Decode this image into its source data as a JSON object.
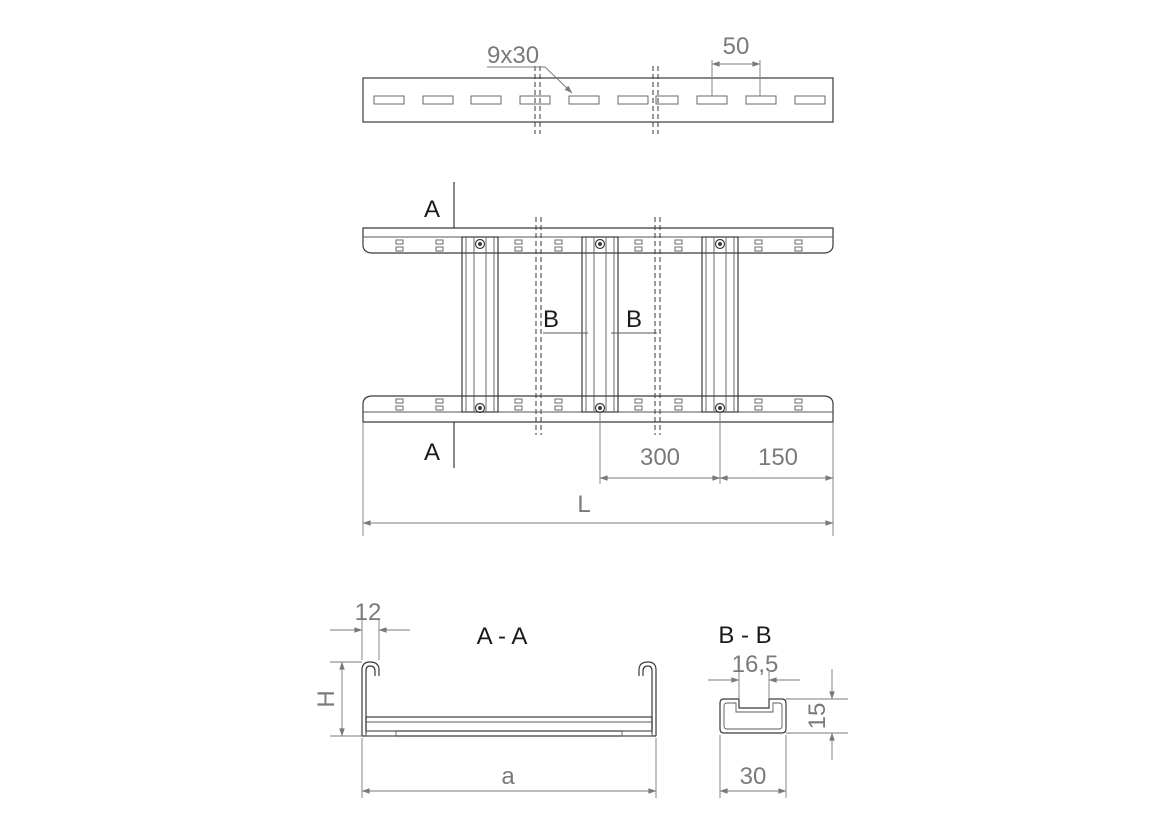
{
  "strip": {
    "slot_label": "9x30",
    "pitch_label": "50"
  },
  "ladder": {
    "section_a_top": "A",
    "section_a_bottom": "A",
    "section_b_left": "B",
    "section_b_right": "B",
    "spacing_label": "300",
    "end_label": "150",
    "length_label": "L"
  },
  "section_aa": {
    "title": "A - A",
    "lip_label": "12",
    "height_label": "H",
    "width_label": "a"
  },
  "section_bb": {
    "title": "B - B",
    "slot_label": "16,5",
    "height_label": "15",
    "width_label": "30"
  },
  "colors": {
    "line": "#3a3a3a",
    "dimension": "#7a7a7a"
  }
}
